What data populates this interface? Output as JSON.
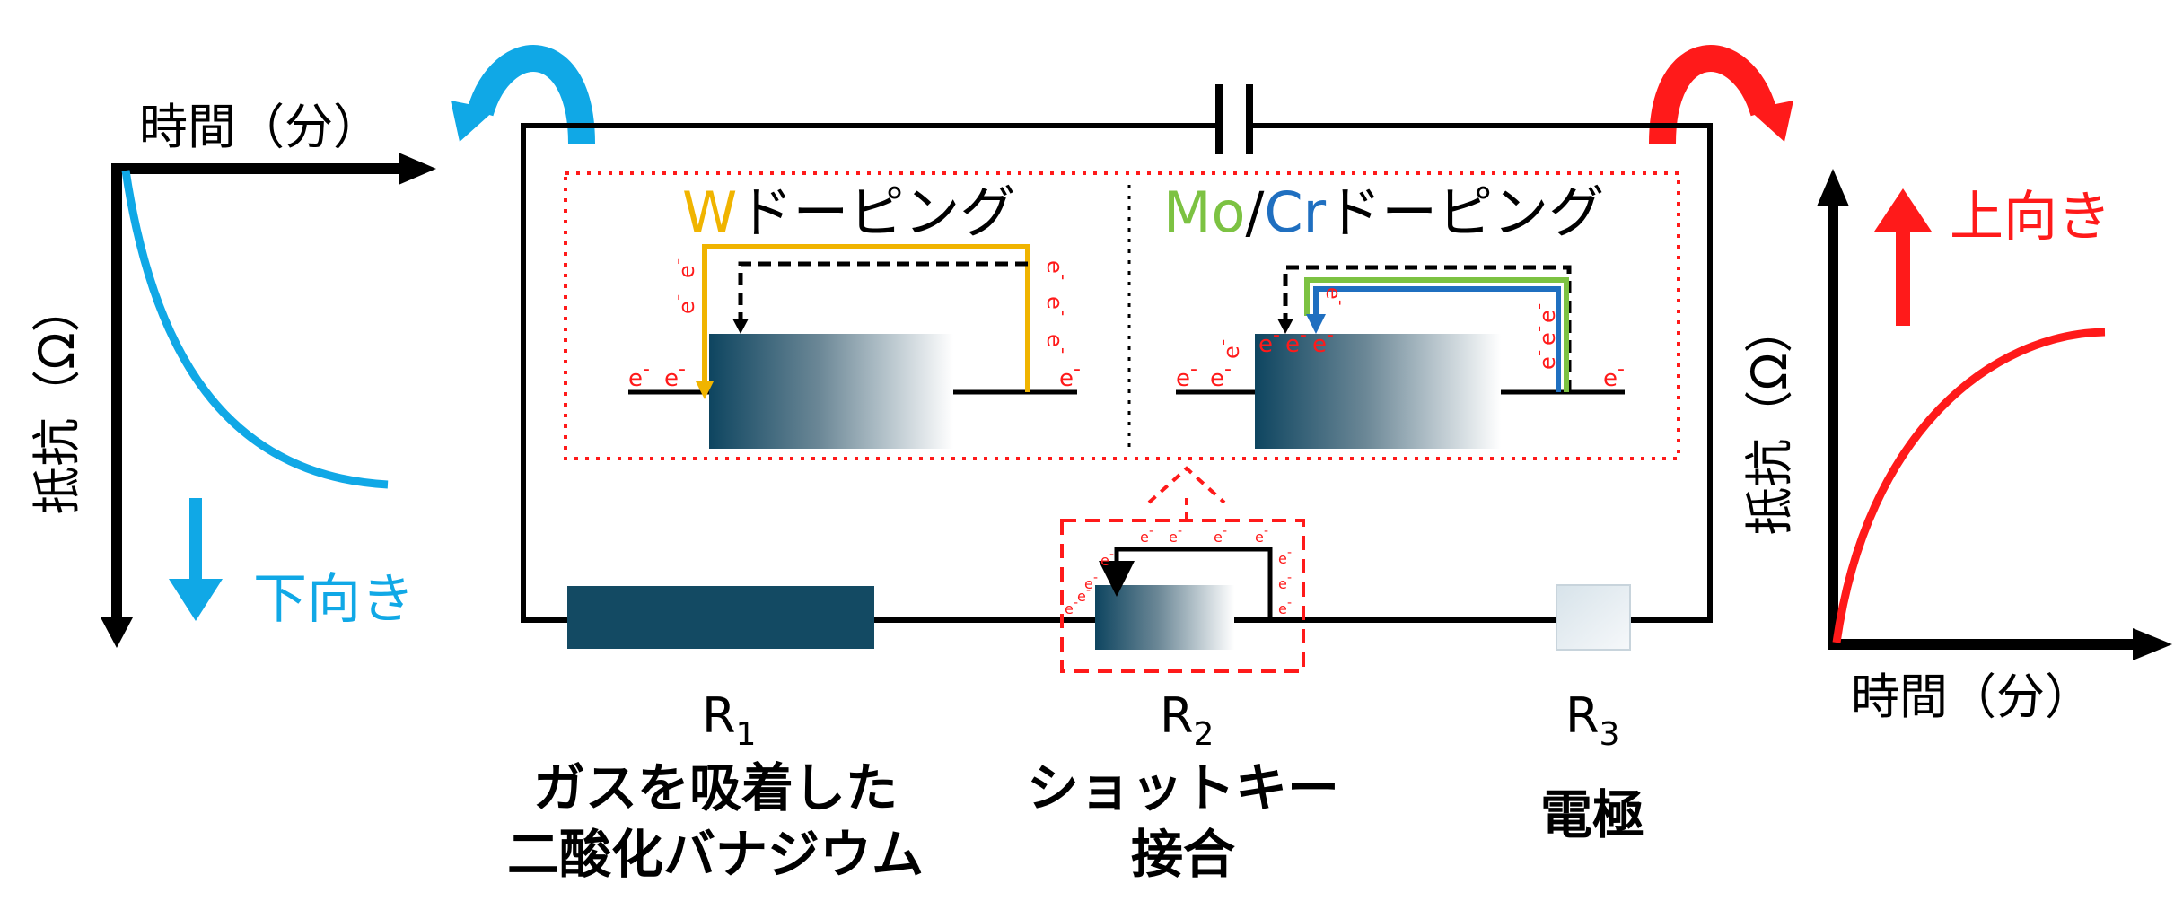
{
  "colors": {
    "blue": "#10a8e6",
    "red": "#ff1a1a",
    "w_yellow": "#f0b400",
    "mo_green": "#7cc242",
    "cr_blue": "#1f6fc0",
    "vo2": "#134a63",
    "black": "#000000"
  },
  "left_graph": {
    "x_label": "時間（分）",
    "y_label": "抵抗（Ω）",
    "trend_label": "下向き"
  },
  "right_graph": {
    "x_label": "時間（分）",
    "y_label": "抵抗（Ω）",
    "trend_label": "上向き"
  },
  "doping": {
    "w_element": "W",
    "w_suffix": "ドーピング",
    "mo_element": "Mo",
    "slash": "/",
    "cr_element": "Cr",
    "mocr_suffix": "ドーピング"
  },
  "electron": {
    "e": "e",
    "charge": "-"
  },
  "components": {
    "r1_letter": "R",
    "r1_sub": "1",
    "r1_line1": "ガスを吸着した",
    "r1_line2": "二酸化バナジウム",
    "r2_letter": "R",
    "r2_sub": "2",
    "r2_line1": "ショットキー",
    "r2_line2": "接合",
    "r3_letter": "R",
    "r3_sub": "3",
    "r3_line1": "電極"
  }
}
